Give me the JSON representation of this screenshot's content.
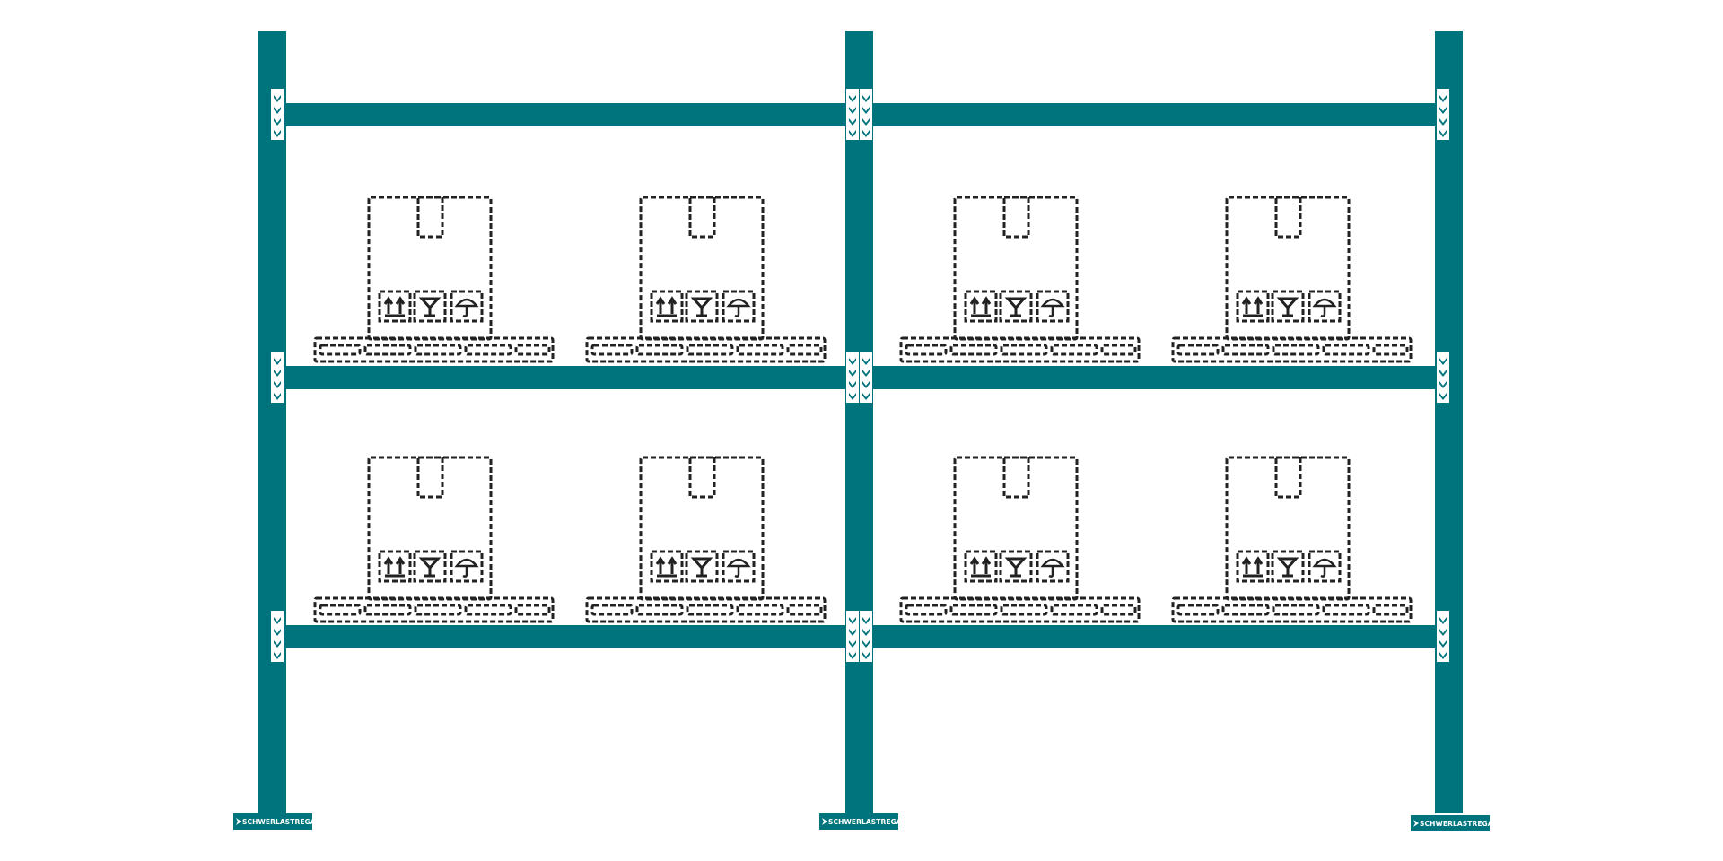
{
  "title": "Pallet rack diagram",
  "brand": {
    "logo_text": "SCHWERLASTREGAL.DE"
  },
  "colors": {
    "frame": "#00747c",
    "outline": "#222222",
    "background": "#ffffff"
  },
  "rack": {
    "bays": 2,
    "levels_with_pallets": 2,
    "pallets_per_bay_level": 2
  },
  "pallet_icons": [
    "this-way-up-icon",
    "fragile-glass-icon",
    "keep-dry-umbrella-icon"
  ]
}
